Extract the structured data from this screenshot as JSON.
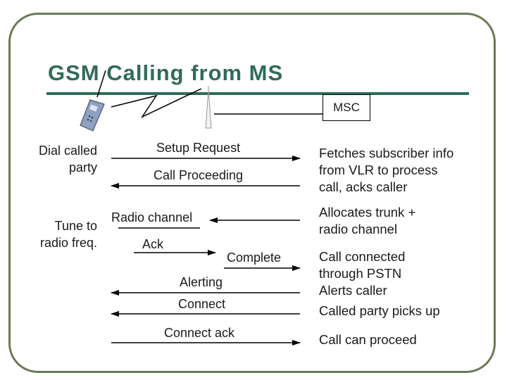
{
  "title": "GSM Calling from MS",
  "msc_label": "MSC",
  "left_labels": {
    "dial_called_party": [
      "Dial called",
      "party"
    ],
    "tune_to_radio_freq": [
      "Tune to",
      "radio freq."
    ]
  },
  "messages": {
    "setup_request": "Setup Request",
    "call_proceeding": "Call Proceeding",
    "radio_channel": "Radio channel",
    "ack": "Ack",
    "complete": "Complete",
    "alerting": "Alerting",
    "connect": "Connect",
    "connect_ack": "Connect ack"
  },
  "right_notes": {
    "fetches": [
      "Fetches subscriber info",
      "from VLR to process",
      "call, acks caller"
    ],
    "allocates": [
      "Allocates trunk +",
      "radio channel"
    ],
    "connected": [
      "Call connected",
      "through PSTN",
      "Alerts caller",
      "Called party picks up"
    ],
    "proceed": "Call can proceed"
  },
  "colors": {
    "title": "#2f6b5a",
    "frame": "#6b7a55",
    "phone": "#8fa0c0"
  },
  "icons": [
    "mobile-phone-icon",
    "antenna-tower-icon"
  ]
}
